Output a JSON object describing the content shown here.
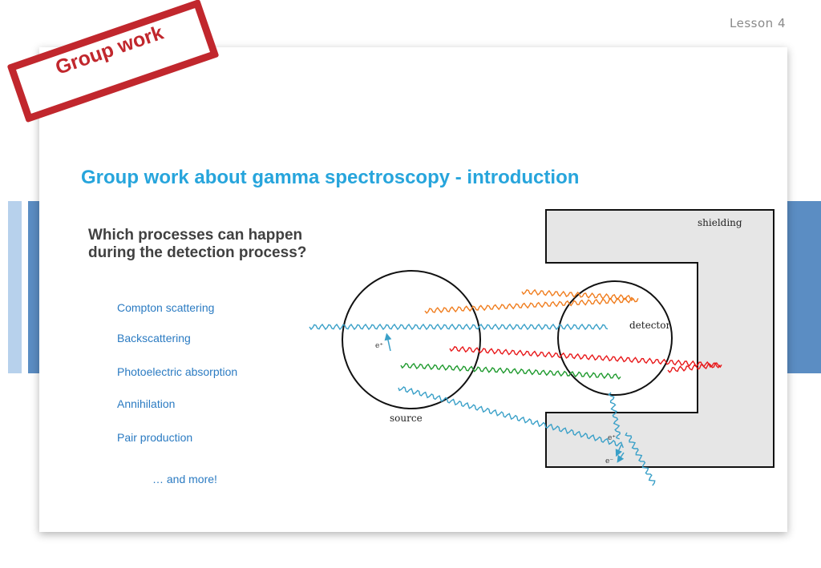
{
  "header": {
    "lesson": "Lesson 4"
  },
  "stamp": {
    "text": "Group work"
  },
  "slide": {
    "title": "Group work about gamma spectroscopy - introduction",
    "question_line1": "Which processes can happen",
    "question_line2": "during the detection process?",
    "processes": [
      "Compton scattering",
      "Backscattering",
      "Photoelectric absorption",
      "Annihilation",
      "Pair production"
    ],
    "more": "… and more!"
  },
  "diagram": {
    "labels": {
      "shielding": "shielding",
      "detector": "detector",
      "source": "source",
      "positron": "e⁺",
      "electron": "e⁻"
    },
    "colors": {
      "blue": "#3aa0c8",
      "orange": "#f07d1e",
      "red": "#e8191b",
      "green": "#1f9a2e",
      "shield_fill": "#e6e6e6",
      "title": "#27a5dc",
      "text_blue": "#2b7bc2",
      "stamp_red": "#c1272d",
      "deco_light": "#b7d1ec",
      "deco_dark": "#5b8dc3"
    }
  }
}
